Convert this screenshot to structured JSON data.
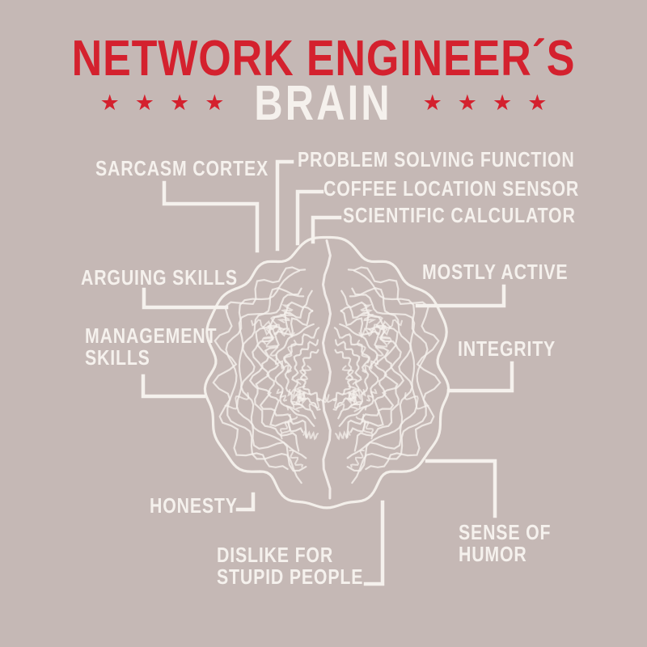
{
  "colors": {
    "background": "#c5b8b5",
    "accent_red": "#d4212e",
    "text_white": "#f5f1ed"
  },
  "title": {
    "line1": "NETWORK ENGINEER´S",
    "line2": "BRAIN",
    "stars": "★★★★",
    "stars_per_side": 4
  },
  "labels": [
    {
      "id": "sarcasm-cortex",
      "text": "SARCASM CORTEX"
    },
    {
      "id": "problem-solving",
      "text": "PROBLEM SOLVING FUNCTION"
    },
    {
      "id": "coffee-location",
      "text": "COFFEE LOCATION SENSOR"
    },
    {
      "id": "scientific-calculator",
      "text": "SCIENTIFIC CALCULATOR"
    },
    {
      "id": "arguing-skills",
      "text": "ARGUING SKILLS"
    },
    {
      "id": "mostly-active",
      "text": "MOSTLY ACTIVE"
    },
    {
      "id": "management-skills",
      "text": "MANAGEMENT\nSKILLS"
    },
    {
      "id": "integrity",
      "text": "INTEGRITY"
    },
    {
      "id": "honesty",
      "text": "HONESTY"
    },
    {
      "id": "sense-of-humor",
      "text": "SENSE OF\nHUMOR"
    },
    {
      "id": "dislike-stupid-people",
      "text": "DISLIKE FOR\nSTUPID PEOPLE"
    }
  ]
}
